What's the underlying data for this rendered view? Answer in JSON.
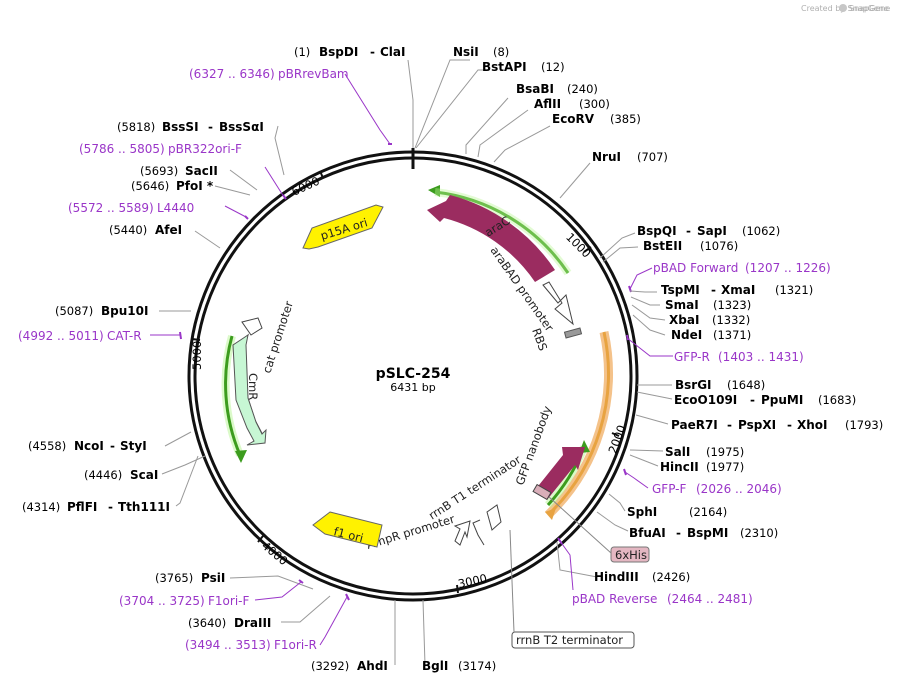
{
  "credit": "Created by SnapGene",
  "plasmid": {
    "name": "pSLC-254",
    "length_label": "6431 bp",
    "length": 6431
  },
  "ruler": [
    "1000",
    "2000",
    "3000",
    "4000",
    "5000",
    "6000"
  ],
  "colors": {
    "primer": "#9a36c8",
    "feature_dark": "#9b2c60",
    "yellow": "#fff200",
    "mint": "#c7f7d4",
    "orange": "#e8a341",
    "green": "#3c9c1e"
  },
  "sites": [
    {
      "pos": "(1)",
      "name": "BspDI",
      "name2": "ClaI"
    },
    {
      "pos": "(8)",
      "name": "NsiI"
    },
    {
      "pos": "(12)",
      "name": "BstAPI"
    },
    {
      "pos": "(240)",
      "name": "BsaBI"
    },
    {
      "pos": "(300)",
      "name": "AflII"
    },
    {
      "pos": "(385)",
      "name": "EcoRV"
    },
    {
      "pos": "(707)",
      "name": "NruI"
    },
    {
      "pos": "(1062)",
      "name": "BspQI",
      "name2": "SapI"
    },
    {
      "pos": "(1076)",
      "name": "BstEII"
    },
    {
      "pos": "(1321)",
      "name": "TspMI",
      "name2": "XmaI"
    },
    {
      "pos": "(1323)",
      "name": "SmaI"
    },
    {
      "pos": "(1332)",
      "name": "XbaI"
    },
    {
      "pos": "(1371)",
      "name": "NdeI"
    },
    {
      "pos": "(1648)",
      "name": "BsrGI"
    },
    {
      "pos": "(1683)",
      "name": "EcoO109I",
      "name2": "PpuMI"
    },
    {
      "pos": "(1793)",
      "name": "PaeR7I",
      "name2": "PspXI",
      "name3": "XhoI"
    },
    {
      "pos": "(1975)",
      "name": "SalI"
    },
    {
      "pos": "(1977)",
      "name": "HincII"
    },
    {
      "pos": "(2164)",
      "name": "SphI"
    },
    {
      "pos": "(2310)",
      "name": "BfuAI",
      "name2": "BspMI"
    },
    {
      "pos": "(2426)",
      "name": "HindIII"
    },
    {
      "pos": "(3174)",
      "name": "BglI"
    },
    {
      "pos": "(3292)",
      "name": "AhdI"
    },
    {
      "pos": "(3640)",
      "name": "DraIII"
    },
    {
      "pos": "(3765)",
      "name": "PsiI"
    },
    {
      "pos": "(4314)",
      "name": "PflFI",
      "name2": "Tth111I"
    },
    {
      "pos": "(4446)",
      "name": "ScaI"
    },
    {
      "pos": "(4558)",
      "name": "NcoI",
      "name2": "StyI"
    },
    {
      "pos": "(5087)",
      "name": "Bpu10I"
    },
    {
      "pos": "(5440)",
      "name": "AfeI"
    },
    {
      "pos": "(5646)",
      "name": "PfoI *"
    },
    {
      "pos": "(5693)",
      "name": "SacII"
    },
    {
      "pos": "(5818)",
      "name": "BssSI",
      "name2": "BssSαI"
    }
  ],
  "primers": [
    {
      "range": "(6327 .. 6346)",
      "name": "pBRrevBam"
    },
    {
      "range": "(5786 .. 5805)",
      "name": "pBR322ori-F"
    },
    {
      "range": "(5572 .. 5589)",
      "name": "L4440"
    },
    {
      "range": "(4992 .. 5011)",
      "name": "CAT-R"
    },
    {
      "range": "(1207 .. 1226)",
      "name": "pBAD Forward"
    },
    {
      "range": "(1403 .. 1431)",
      "name": "GFP-R"
    },
    {
      "range": "(2026 .. 2046)",
      "name": "GFP-F"
    },
    {
      "range": "(2464 .. 2481)",
      "name": "pBAD Reverse"
    },
    {
      "range": "(3704 .. 3725)",
      "name": "F1ori-F"
    },
    {
      "range": "(3494 .. 3513)",
      "name": "F1ori-R"
    }
  ],
  "features": {
    "araC": "araC",
    "araBAD": "araBAD promoter",
    "RBS": "RBS",
    "GFP": "GFP nanobody",
    "his": "6xHis",
    "rrnBT1": "rrnB T1 terminator",
    "rrnBT2": "rrnB T2 terminator",
    "ampR": "AmpR promoter",
    "f1": "f1 ori",
    "CmR": "CmR",
    "cat": "cat promoter",
    "p15A": "p15A ori"
  }
}
